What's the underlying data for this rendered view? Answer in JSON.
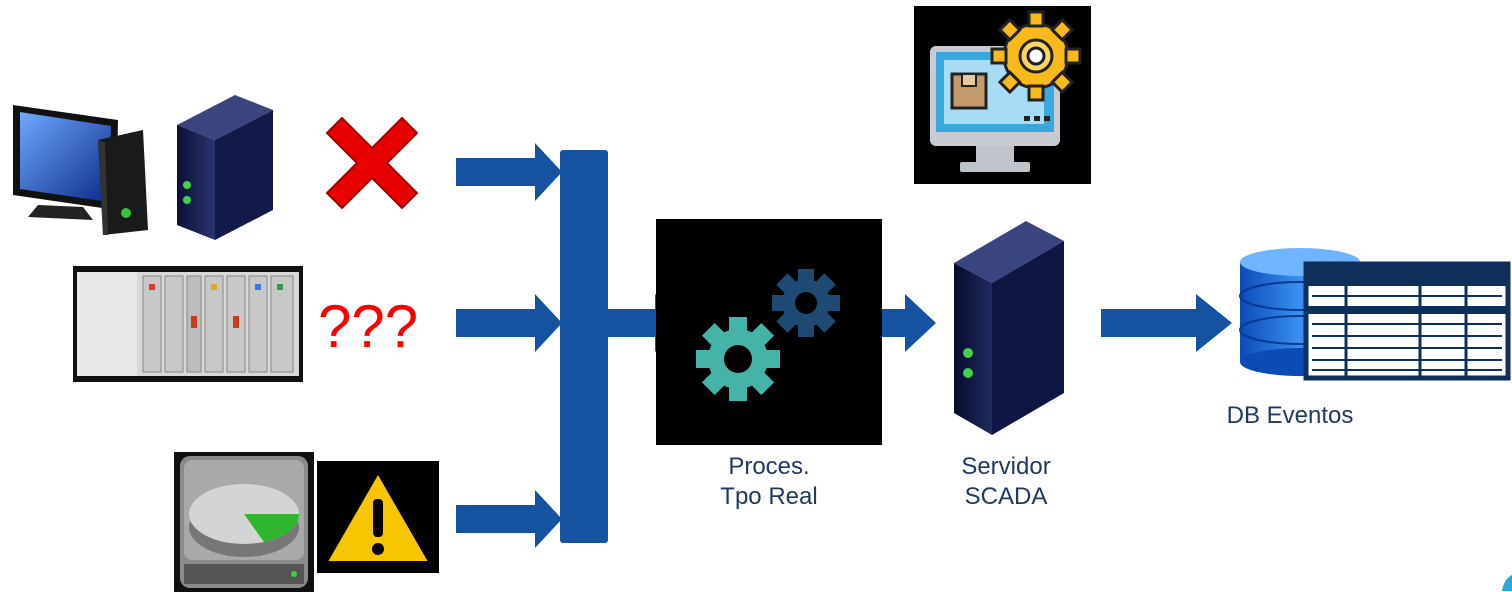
{
  "labels": {
    "question_marks": "???",
    "processor_line1": "Proces.",
    "processor_line2": "Tpo Real",
    "server_line1": "Servidor",
    "server_line2": "SCADA",
    "database": "DB Eventos"
  },
  "icons": {
    "source1": [
      "desktop-computer-icon",
      "server-tower-icon",
      "red-x-icon"
    ],
    "source2": [
      "plc-rack-icon"
    ],
    "source3": [
      "hard-drive-icon",
      "warning-icon"
    ],
    "processor": "gears-icon",
    "hmi": "monitor-settings-icon",
    "scada": "server-tower-icon",
    "database": "database-table-icon"
  },
  "colors": {
    "arrow": "#1553A0",
    "error": "#ff0000",
    "warning": "#f7c600",
    "gear_teal": "#45b3a8",
    "gear_navy": "#1e4a73"
  }
}
